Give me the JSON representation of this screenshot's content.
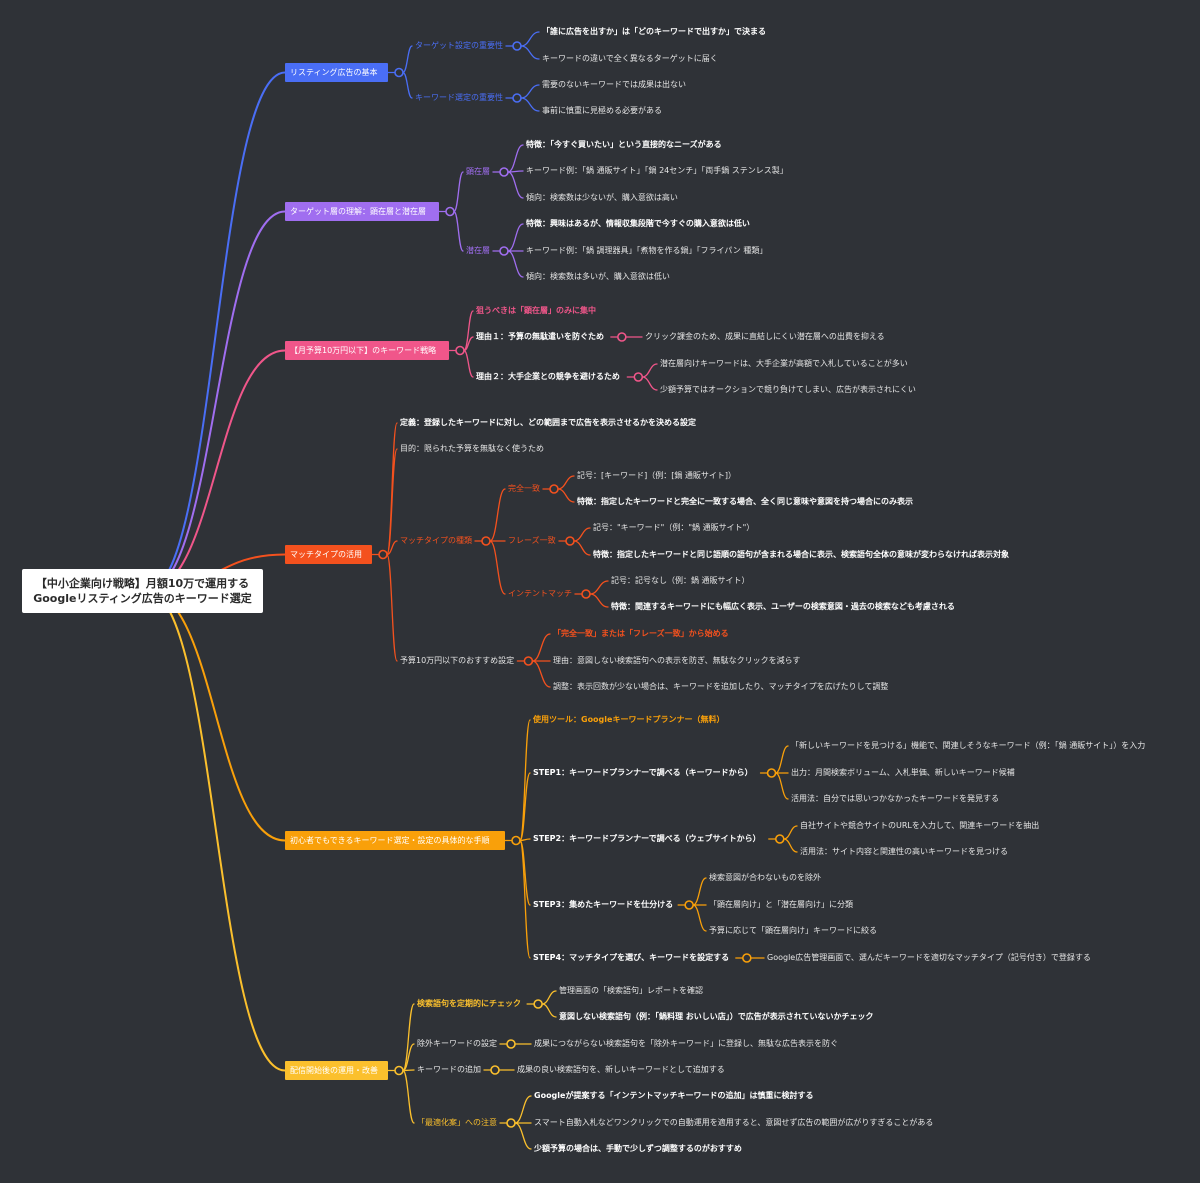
{
  "colors": {
    "background": "#2f3237",
    "blue": "#4a6ef5",
    "purple": "#a06ef0",
    "pink": "#f0568a",
    "red": "#f4511e",
    "orange": "#f9a00a",
    "yellow": "#fbc02d"
  },
  "root": {
    "line1": "【中小企業向け戦略】月額10万で運用する",
    "line2": "Googleリスティング広告のキーワード選定"
  },
  "branches": [
    {
      "id": "b1",
      "color": "blue",
      "label": "リスティング広告の基本",
      "children": [
        {
          "id": "b1c1",
          "label": "ターゲット設定の重要性",
          "colored": true,
          "children": [
            {
              "id": "b1c1a",
              "label": "「誰に広告を出すか」は「どのキーワードで出すか」で決まる",
              "bold": true
            },
            {
              "id": "b1c1b",
              "label": "キーワードの違いで全く異なるターゲットに届く"
            }
          ]
        },
        {
          "id": "b1c2",
          "label": "キーワード選定の重要性",
          "colored": true,
          "children": [
            {
              "id": "b1c2a",
              "label": "需要のないキーワードでは成果は出ない"
            },
            {
              "id": "b1c2b",
              "label": "事前に慎重に見極める必要がある"
            }
          ]
        }
      ]
    },
    {
      "id": "b2",
      "color": "purple",
      "label": "ターゲット層の理解：顕在層と潜在層",
      "children": [
        {
          "id": "b2c1",
          "label": "顕在層",
          "colored": true,
          "children": [
            {
              "id": "b2c1a",
              "label": "特徴：「今すぐ買いたい」という直接的なニーズがある",
              "bold": true
            },
            {
              "id": "b2c1b",
              "label": "キーワード例：「鍋 通販サイト」「鍋 24センチ」「両手鍋 ステンレス製」"
            },
            {
              "id": "b2c1c",
              "label": "傾向：検索数は少ないが、購入意欲は高い"
            }
          ]
        },
        {
          "id": "b2c2",
          "label": "潜在層",
          "colored": true,
          "children": [
            {
              "id": "b2c2a",
              "label": "特徴：興味はあるが、情報収集段階で今すぐの購入意欲は低い",
              "bold": true
            },
            {
              "id": "b2c2b",
              "label": "キーワード例：「鍋 調理器具」「煮物を作る鍋」「フライパン 種類」"
            },
            {
              "id": "b2c2c",
              "label": "傾向：検索数は多いが、購入意欲は低い"
            }
          ]
        }
      ]
    },
    {
      "id": "b3",
      "color": "pink",
      "label": "【月予算10万円以下】のキーワード戦略",
      "children": [
        {
          "id": "b3c1",
          "label": "狙うべきは「顕在層」のみに集中",
          "colored": true,
          "bold": true
        },
        {
          "id": "b3c2",
          "label": "理由１：予算の無駄遣いを防ぐため",
          "bold": true,
          "children": [
            {
              "id": "b3c2a",
              "label": "クリック課金のため、成果に直結しにくい潜在層への出費を抑える"
            }
          ]
        },
        {
          "id": "b3c3",
          "label": "理由２：大手企業との競争を避けるため",
          "bold": true,
          "children": [
            {
              "id": "b3c3a",
              "label": "潜在層向けキーワードは、大手企業が高額で入札していることが多い"
            },
            {
              "id": "b3c3b",
              "label": "少額予算ではオークションで競り負けてしまい、広告が表示されにくい"
            }
          ]
        }
      ]
    },
    {
      "id": "b4",
      "color": "red",
      "label": "マッチタイプの活用",
      "children": [
        {
          "id": "b4c1",
          "label": "定義：登録したキーワードに対し、どの範囲まで広告を表示させるかを決める設定",
          "bold": true
        },
        {
          "id": "b4c2",
          "label": "目的：限られた予算を無駄なく使うため"
        },
        {
          "id": "b4c3",
          "label": "マッチタイプの種類",
          "colored": true,
          "children": [
            {
              "id": "b4c3a",
              "label": "完全一致",
              "colored": true,
              "children": [
                {
                  "id": "b4c3a1",
                  "label": "記号：[キーワード]（例：[鍋 通販サイト]）"
                },
                {
                  "id": "b4c3a2",
                  "label": "特徴：指定したキーワードと完全に一致する場合、全く同じ意味や意図を持つ場合にのみ表示",
                  "bold": true
                }
              ]
            },
            {
              "id": "b4c3b",
              "label": "フレーズ一致",
              "colored": true,
              "children": [
                {
                  "id": "b4c3b1",
                  "label": "記号：\"キーワード\"（例：\"鍋 通販サイト\"）"
                },
                {
                  "id": "b4c3b2",
                  "label": "特徴：指定したキーワードと同じ語順の語句が含まれる場合に表示、検索語句全体の意味が変わらなければ表示対象",
                  "bold": true
                }
              ]
            },
            {
              "id": "b4c3c",
              "label": "インテントマッチ",
              "colored": true,
              "children": [
                {
                  "id": "b4c3c1",
                  "label": "記号：記号なし（例：鍋 通販サイト）"
                },
                {
                  "id": "b4c3c2",
                  "label": "特徴：関連するキーワードにも幅広く表示、ユーザーの検索意図・過去の検索なども考慮される",
                  "bold": true
                }
              ]
            }
          ]
        },
        {
          "id": "b4c4",
          "label": "予算10万円以下のおすすめ設定",
          "children": [
            {
              "id": "b4c4a",
              "label": "「完全一致」または「フレーズ一致」から始める",
              "colored": true,
              "bold": true
            },
            {
              "id": "b4c4b",
              "label": "理由：意図しない検索語句への表示を防ぎ、無駄なクリックを減らす"
            },
            {
              "id": "b4c4c",
              "label": "調整：表示回数が少ない場合は、キーワードを追加したり、マッチタイプを広げたりして調整"
            }
          ]
        }
      ]
    },
    {
      "id": "b5",
      "color": "orange",
      "label": "初心者でもできるキーワード選定・設定の具体的な手順",
      "children": [
        {
          "id": "b5c1",
          "label": "使用ツール：Googleキーワードプランナー（無料）",
          "colored": true,
          "bold": true
        },
        {
          "id": "b5c2",
          "label": "STEP1：キーワードプランナーで調べる（キーワードから）",
          "bold": true,
          "children": [
            {
              "id": "b5c2a",
              "label": "「新しいキーワードを見つける」機能で、関連しそうなキーワード（例：「鍋 通販サイト」）を入力"
            },
            {
              "id": "b5c2b",
              "label": "出力：月間検索ボリューム、入札単価、新しいキーワード候補"
            },
            {
              "id": "b5c2c",
              "label": "活用法：自分では思いつかなかったキーワードを発見する"
            }
          ]
        },
        {
          "id": "b5c3",
          "label": "STEP2：キーワードプランナーで調べる（ウェブサイトから）",
          "bold": true,
          "children": [
            {
              "id": "b5c3a",
              "label": "自社サイトや競合サイトのURLを入力して、関連キーワードを抽出"
            },
            {
              "id": "b5c3b",
              "label": "活用法：サイト内容と関連性の高いキーワードを見つける"
            }
          ]
        },
        {
          "id": "b5c4",
          "label": "STEP3：集めたキーワードを仕分ける",
          "bold": true,
          "children": [
            {
              "id": "b5c4a",
              "label": "検索意図が合わないものを除外"
            },
            {
              "id": "b5c4b",
              "label": "「顕在層向け」と「潜在層向け」に分類"
            },
            {
              "id": "b5c4c",
              "label": "予算に応じて「顕在層向け」キーワードに絞る"
            }
          ]
        },
        {
          "id": "b5c5",
          "label": "STEP4：マッチタイプを選び、キーワードを設定する",
          "bold": true,
          "children": [
            {
              "id": "b5c5a",
              "label": "Google広告管理画面で、選んだキーワードを適切なマッチタイプ（記号付き）で登録する"
            }
          ]
        }
      ]
    },
    {
      "id": "b6",
      "color": "yellow",
      "label": "配信開始後の運用・改善",
      "children": [
        {
          "id": "b6c1",
          "label": "検索語句を定期的にチェック",
          "colored": true,
          "bold": true,
          "children": [
            {
              "id": "b6c1a",
              "label": "管理画面の「検索語句」レポートを確認"
            },
            {
              "id": "b6c1b",
              "label": "意図しない検索語句（例：「鍋料理 おいしい店」）で広告が表示されていないかチェック",
              "bold": true
            }
          ]
        },
        {
          "id": "b6c2",
          "label": "除外キーワードの設定",
          "children": [
            {
              "id": "b6c2a",
              "label": "成果につながらない検索語句を「除外キーワード」に登録し、無駄な広告表示を防ぐ"
            }
          ]
        },
        {
          "id": "b6c3",
          "label": "キーワードの追加",
          "children": [
            {
              "id": "b6c3a",
              "label": "成果の良い検索語句を、新しいキーワードとして追加する"
            }
          ]
        },
        {
          "id": "b6c4",
          "label": "「最適化案」への注意",
          "colored": true,
          "children": [
            {
              "id": "b6c4a",
              "label": "Googleが提案する「インテントマッチキーワードの追加」は慎重に検討する",
              "bold": true
            },
            {
              "id": "b6c4b",
              "label": "スマート自動入札などワンクリックでの自動運用を適用すると、意図せず広告の範囲が広がりすぎることがある"
            },
            {
              "id": "b6c4c",
              "label": "少額予算の場合は、手動で少しずつ調整するのがおすすめ",
              "bold": true
            }
          ]
        }
      ]
    }
  ]
}
